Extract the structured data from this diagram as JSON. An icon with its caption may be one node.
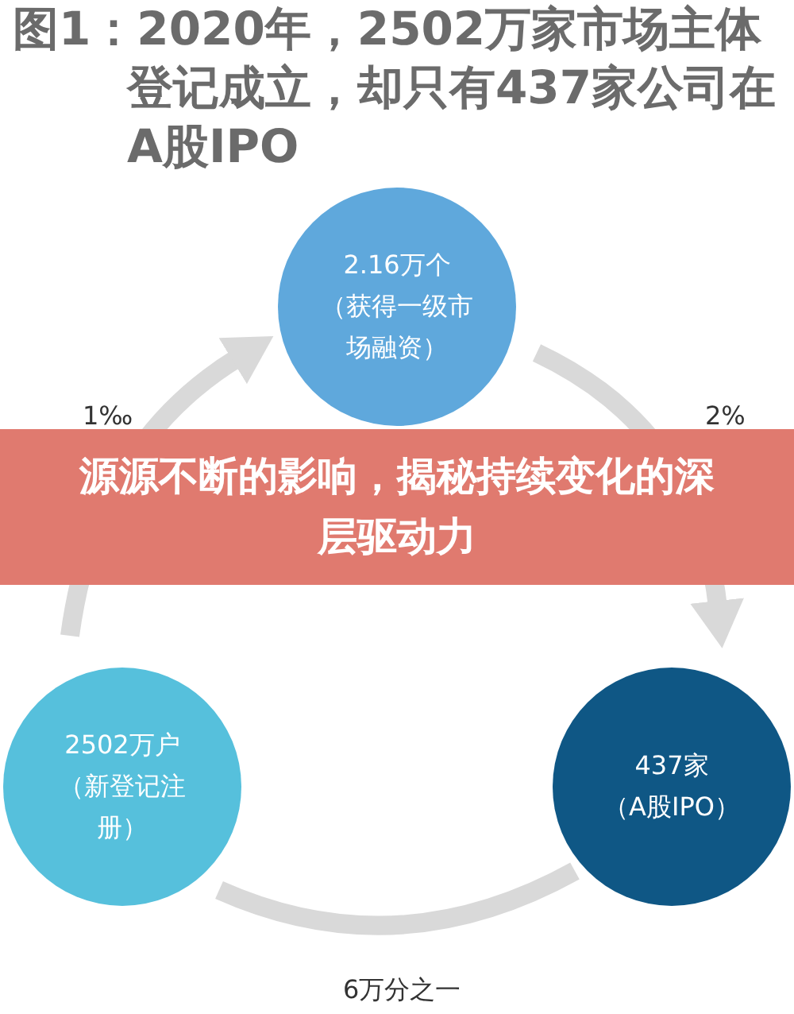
{
  "diagram": {
    "title": "图1：2020年，2502万家市场主体登记成立，却只有437家公司在A股IPO",
    "nodes": [
      {
        "text": [
          "2.16万个",
          "（获得一级市场融资）"
        ]
      },
      {
        "text": [
          "2502万户",
          "（新登记注册）"
        ]
      },
      {
        "text": [
          "437家",
          "（A股IPO）"
        ]
      }
    ],
    "edges": [
      {
        "from": 1,
        "to": 0,
        "arrow": "to",
        "label": "1‰"
      },
      {
        "from": 0,
        "to": 2,
        "arrow": "to",
        "label": "2%"
      },
      {
        "from": 2,
        "to": 1,
        "arrow": "none",
        "label": "6万分之一"
      }
    ],
    "labels": [
      "源源不断的影响，揭秘持续变化的深层驱动力"
    ]
  }
}
